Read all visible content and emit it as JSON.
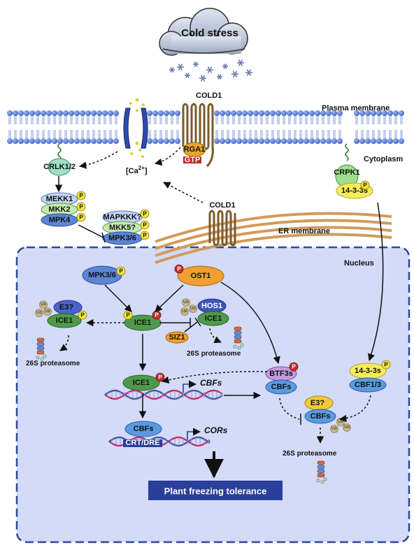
{
  "top": {
    "stress": "Cold stress"
  },
  "compartments": {
    "plasma_membrane": "Plasma membrane",
    "cytoplasm": "Cytoplasm",
    "er_membrane": "ER membrane",
    "nucleus": "Nucleus"
  },
  "proteins": {
    "cold1_pm": "COLD1",
    "rga1": "RGA1",
    "gtp": "GTP",
    "ca": "[Ca",
    "ca_sup": "2+",
    "ca_close": "]",
    "crlk": "CRLK1/2",
    "mekk1": "MEKK1",
    "mkk2": "MKK2",
    "mpk4": "MPK4",
    "mapkkk": "MAPKKK?",
    "mkk5": "MKK5?",
    "mpk36_cyto": "MPK3/6",
    "cold1_er": "COLD1",
    "crpk1": "CRPK1",
    "s1433_cyto": "14-3-3s",
    "mpk36_nuc": "MPK3/6",
    "ost1": "OST1",
    "e3_a": "E3?",
    "ice1_deg": "ICE1",
    "ice1_main": "ICE1",
    "hos1": "HOS1",
    "ice1_hos": "ICE1",
    "siz1": "SIZ1",
    "ice1_dna": "ICE1",
    "cbfs_dna": "CBFs",
    "btf3s": "BTF3s",
    "cbfs_btf": "CBFs",
    "s1433_nuc": "14-3-3s",
    "cbf13": "CBF1/3",
    "e3_b": "E3?",
    "cbfs_deg": "CBFs"
  },
  "marks": {
    "p": "P",
    "ub": "Ub"
  },
  "genes": {
    "cbfs": "CBFs",
    "cors": "CORs",
    "crt": "CRT/DRE"
  },
  "proteasome": {
    "a": "26S proteasome",
    "b": "26S proteasome",
    "c": "26S proteasome"
  },
  "outcome": "Plant freezing tolerance",
  "colors": {
    "membrane_head": "#5b7fd6",
    "nucleus_fill": "#d3dbf8",
    "nucleus_border": "#2c4a9a",
    "outcome_box": "#2a3f9a",
    "ice1": "#4e9a4a",
    "cbfs": "#3f7fc8",
    "ost1": "#f0a030",
    "p_badge": "#f3e23a",
    "p_red": "#c23030"
  }
}
